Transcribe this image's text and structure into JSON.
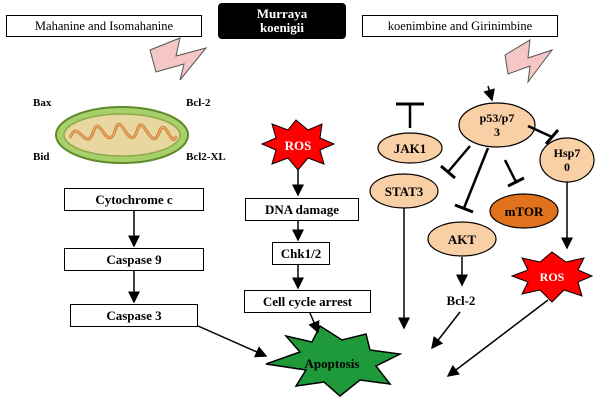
{
  "title": "Murraya koenigii",
  "title_bg": "#000000",
  "title_color": "#ffffff",
  "groups": {
    "left": "Mahanine and Isomahanine",
    "right": "koenimbine and Girinimbine"
  },
  "mito_labels": {
    "bax": "Bax",
    "bcl2": "Bcl-2",
    "bid": "Bid",
    "bcl2xl": "Bcl2-XL"
  },
  "left_chain": [
    "Cytochrome c",
    "Caspase 9",
    "Caspase 3"
  ],
  "middle_chain": {
    "ros": "ROS",
    "steps": [
      "DNA damage",
      "Chk1/2",
      "Cell cycle arrest"
    ]
  },
  "right_nodes": {
    "p53": "p53/p73",
    "jak1": "JAK1",
    "hsp70": "Hsp70",
    "stat3": "STAT3",
    "mtor": "mTOR",
    "akt": "AKT",
    "bcl2": "Bcl-2",
    "ros": "ROS"
  },
  "outcome": "Apoptosis",
  "colors": {
    "ros_fill": "#ff0000",
    "apoptosis_fill": "#1f9a3a",
    "oval_light": "#f9cfa6",
    "oval_dark": "#e2711d",
    "lightning": "#f5c6c6"
  }
}
